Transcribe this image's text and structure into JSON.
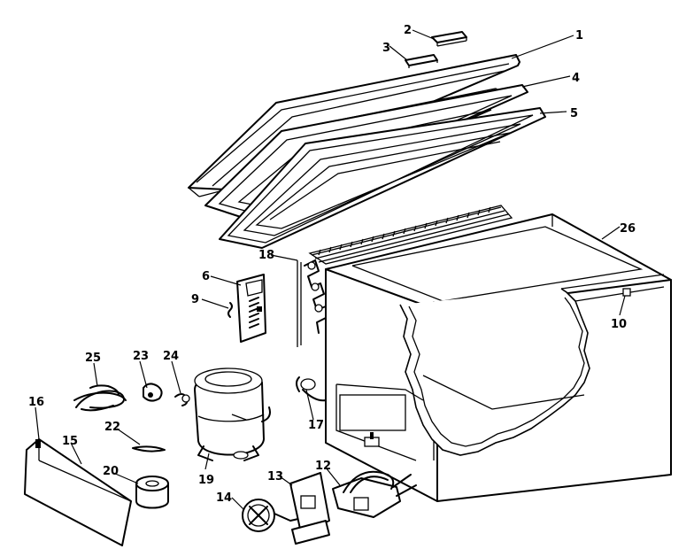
{
  "diagram": {
    "callouts": [
      {
        "id": "c1",
        "text": "1"
      },
      {
        "id": "c2",
        "text": "2"
      },
      {
        "id": "c3",
        "text": "3"
      },
      {
        "id": "c4",
        "text": "4"
      },
      {
        "id": "c5",
        "text": "5"
      },
      {
        "id": "c6",
        "text": "6"
      },
      {
        "id": "c9",
        "text": "9"
      },
      {
        "id": "c10",
        "text": "10"
      },
      {
        "id": "c12",
        "text": "12"
      },
      {
        "id": "c13",
        "text": "13"
      },
      {
        "id": "c14",
        "text": "14"
      },
      {
        "id": "c15",
        "text": "15"
      },
      {
        "id": "c16",
        "text": "16"
      },
      {
        "id": "c17",
        "text": "17"
      },
      {
        "id": "c18",
        "text": "18"
      },
      {
        "id": "c19",
        "text": "19"
      },
      {
        "id": "c20",
        "text": "20"
      },
      {
        "id": "c22",
        "text": "22"
      },
      {
        "id": "c23",
        "text": "23"
      },
      {
        "id": "c24",
        "text": "24"
      },
      {
        "id": "c25",
        "text": "25"
      },
      {
        "id": "c26",
        "text": "26"
      }
    ]
  }
}
